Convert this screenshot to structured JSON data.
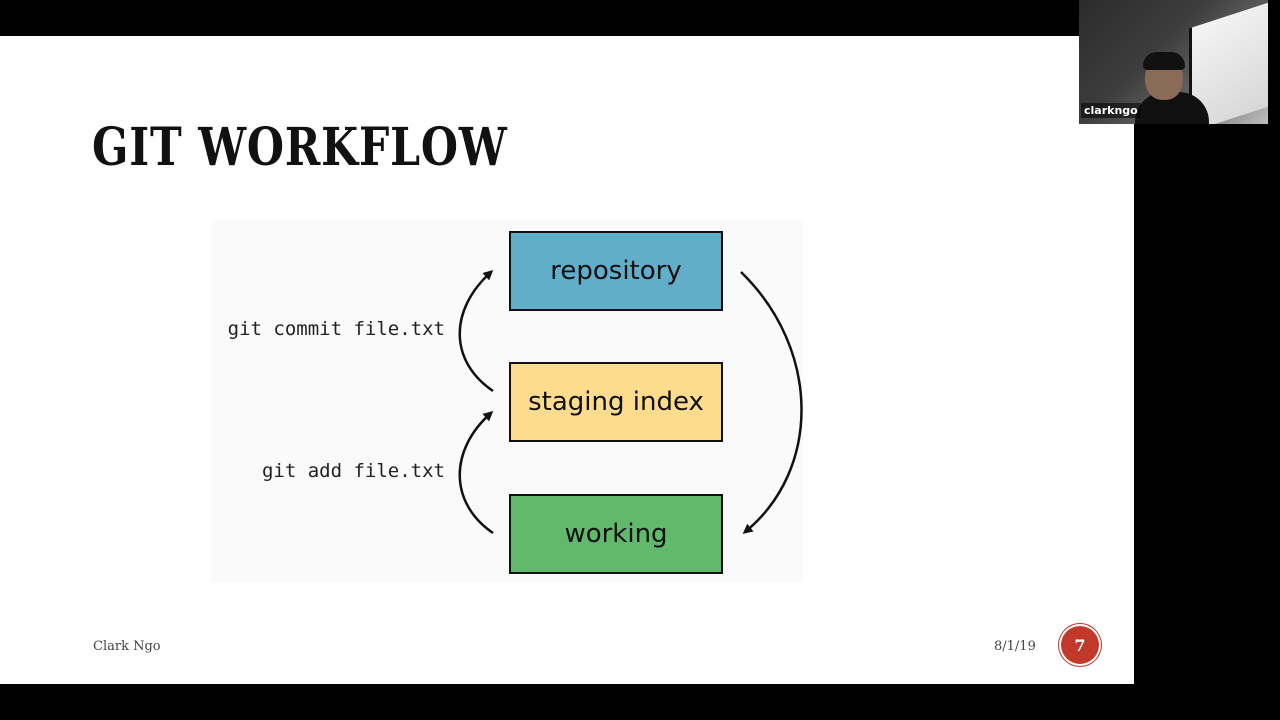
{
  "slide": {
    "title": "Git Workflow",
    "diagram": {
      "boxes": {
        "repository": "repository",
        "staging": "staging index",
        "working": "working"
      },
      "commands": {
        "commit": "git commit file.txt",
        "add": "git add file.txt"
      },
      "colors": {
        "repository": "#62adc8",
        "staging": "#fddc8d",
        "working": "#61b96c"
      }
    },
    "footer": {
      "author": "Clark Ngo",
      "date": "8/1/19",
      "page_number": "7"
    }
  },
  "webcam": {
    "participant_name": "clarkngo"
  }
}
